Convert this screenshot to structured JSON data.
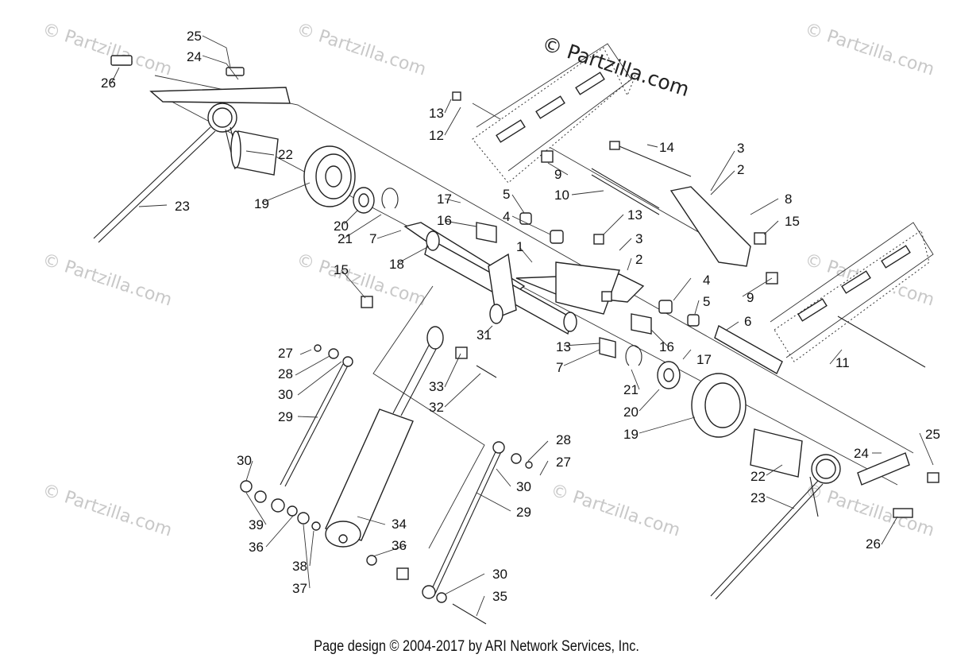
{
  "watermark_main": "© Partzilla.com",
  "watermark_faint": "© Partzilla.com",
  "footer": "Page design © 2004-2017 by ARI Network Services, Inc.",
  "callouts": [
    {
      "n": "25"
    },
    {
      "n": "24"
    },
    {
      "n": "26"
    },
    {
      "n": "22"
    },
    {
      "n": "19"
    },
    {
      "n": "23"
    },
    {
      "n": "20"
    },
    {
      "n": "21"
    },
    {
      "n": "7"
    },
    {
      "n": "18"
    },
    {
      "n": "17"
    },
    {
      "n": "16"
    },
    {
      "n": "5"
    },
    {
      "n": "4"
    },
    {
      "n": "1"
    },
    {
      "n": "13"
    },
    {
      "n": "12"
    },
    {
      "n": "14"
    },
    {
      "n": "3"
    },
    {
      "n": "2"
    },
    {
      "n": "9"
    },
    {
      "n": "10"
    },
    {
      "n": "8"
    },
    {
      "n": "15"
    },
    {
      "n": "13"
    },
    {
      "n": "3"
    },
    {
      "n": "2"
    },
    {
      "n": "15"
    },
    {
      "n": "31"
    },
    {
      "n": "4"
    },
    {
      "n": "5"
    },
    {
      "n": "9"
    },
    {
      "n": "6"
    },
    {
      "n": "13"
    },
    {
      "n": "7"
    },
    {
      "n": "16"
    },
    {
      "n": "17"
    },
    {
      "n": "11"
    },
    {
      "n": "27"
    },
    {
      "n": "28"
    },
    {
      "n": "30"
    },
    {
      "n": "29"
    },
    {
      "n": "33"
    },
    {
      "n": "32"
    },
    {
      "n": "21"
    },
    {
      "n": "20"
    },
    {
      "n": "19"
    },
    {
      "n": "25"
    },
    {
      "n": "24"
    },
    {
      "n": "22"
    },
    {
      "n": "23"
    },
    {
      "n": "26"
    },
    {
      "n": "28"
    },
    {
      "n": "27"
    },
    {
      "n": "30"
    },
    {
      "n": "29"
    },
    {
      "n": "30"
    },
    {
      "n": "39"
    },
    {
      "n": "36"
    },
    {
      "n": "34"
    },
    {
      "n": "36"
    },
    {
      "n": "38"
    },
    {
      "n": "37"
    },
    {
      "n": "30"
    },
    {
      "n": "35"
    }
  ]
}
